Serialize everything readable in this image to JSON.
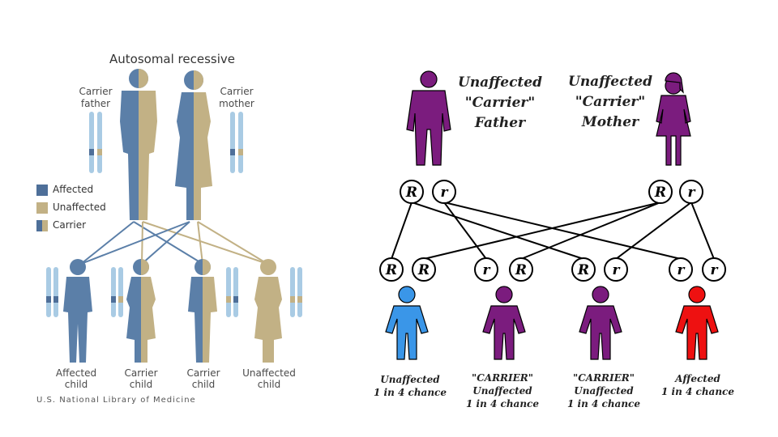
{
  "left_panel": {
    "title": "Autosomal recessive",
    "father_label": [
      "Carrier",
      "father"
    ],
    "mother_label": [
      "Carrier",
      "mother"
    ],
    "legend": [
      {
        "label": "Affected",
        "type": "affected"
      },
      {
        "label": "Unaffected",
        "type": "unaffected"
      },
      {
        "label": "Carrier",
        "type": "carrier"
      }
    ],
    "children": [
      {
        "label": [
          "Affected",
          "child"
        ],
        "type": "affected"
      },
      {
        "label": [
          "Carrier",
          "child"
        ],
        "type": "carrier"
      },
      {
        "label": [
          "Carrier",
          "child"
        ],
        "type": "carrier"
      },
      {
        "label": [
          "Unaffected",
          "child"
        ],
        "type": "unaffected"
      }
    ],
    "credit": "U.S. National Library of Medicine"
  },
  "right_panel": {
    "father": {
      "caption": [
        "Unaffected",
        "\"Carrier\"",
        "Father"
      ],
      "alleles": [
        "R",
        "r"
      ]
    },
    "mother": {
      "caption": [
        "Unaffected",
        "\"Carrier\"",
        "Mother"
      ],
      "alleles": [
        "R",
        "r"
      ]
    },
    "children": [
      {
        "alleles": [
          "R",
          "R"
        ],
        "caption": [
          "Unaffected",
          "1 in 4 chance"
        ],
        "color": "blue"
      },
      {
        "alleles": [
          "r",
          "R"
        ],
        "caption": [
          "\"CARRIER\"",
          "Unaffected",
          "1 in 4 chance"
        ],
        "color": "purple"
      },
      {
        "alleles": [
          "R",
          "r"
        ],
        "caption": [
          "\"CARRIER\"",
          "Unaffected",
          "1 in 4 chance"
        ],
        "color": "purple"
      },
      {
        "alleles": [
          "r",
          "r"
        ],
        "caption": [
          "Affected",
          "1 in 4 chance"
        ],
        "color": "red"
      }
    ]
  },
  "colors": {
    "affected": "#5b7fa8",
    "unaffected": "#c2b185",
    "chromosome": "#a9cbe4",
    "purple": "#7b1c7e",
    "blue": "#3a96e8",
    "red": "#ee1111"
  }
}
